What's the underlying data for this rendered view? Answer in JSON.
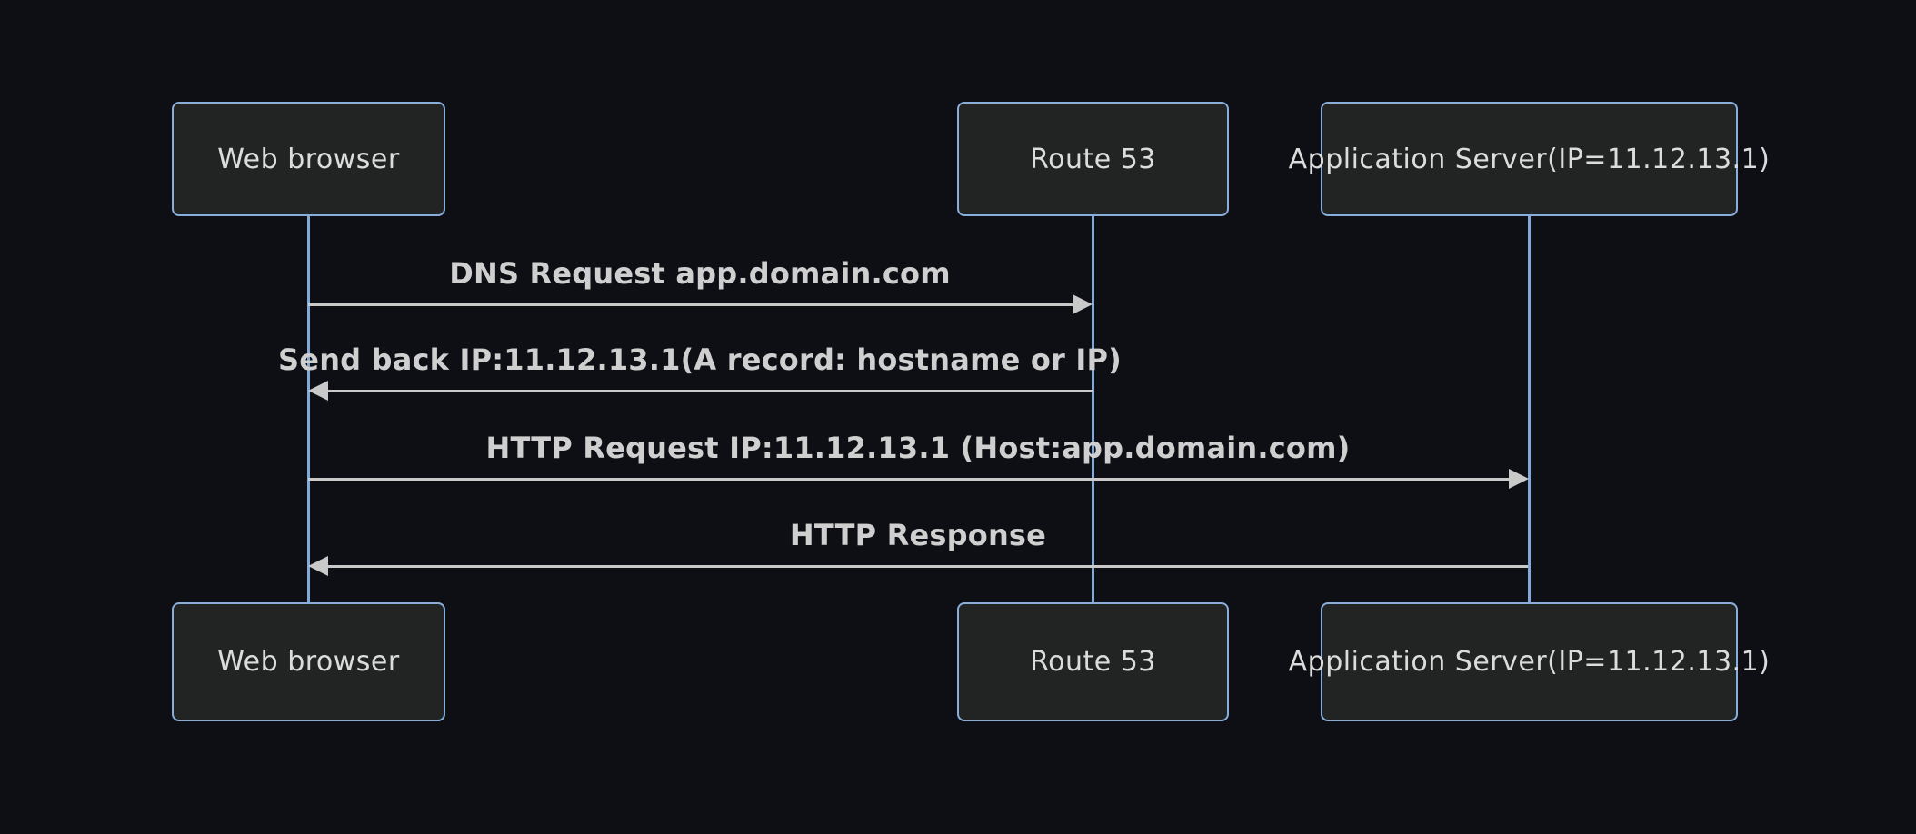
{
  "diagram": {
    "type": "sequence-diagram",
    "colors": {
      "background": "#0d0f14",
      "actor_fill": "#222424",
      "actor_border": "#8aaeda",
      "actor_text": "#dcdcdc",
      "lifeline": "#85a9d6",
      "signal_line": "#c9c9c9",
      "signal_text": "#cfcfcf"
    },
    "actors": [
      {
        "id": "browser",
        "label": "Web browser"
      },
      {
        "id": "route53",
        "label": "Route 53"
      },
      {
        "id": "appserver",
        "label": "Application Server(IP=11.12.13.1)"
      }
    ],
    "messages": [
      {
        "from": "browser",
        "to": "route53",
        "direction": "right",
        "label": "DNS Request app.domain.com"
      },
      {
        "from": "route53",
        "to": "browser",
        "direction": "left",
        "label": "Send back IP:11.12.13.1(A record: hostname or IP)"
      },
      {
        "from": "browser",
        "to": "appserver",
        "direction": "right",
        "label": "HTTP Request IP:11.12.13.1 (Host:app.domain.com)"
      },
      {
        "from": "appserver",
        "to": "browser",
        "direction": "left",
        "label": "HTTP Response"
      }
    ]
  }
}
